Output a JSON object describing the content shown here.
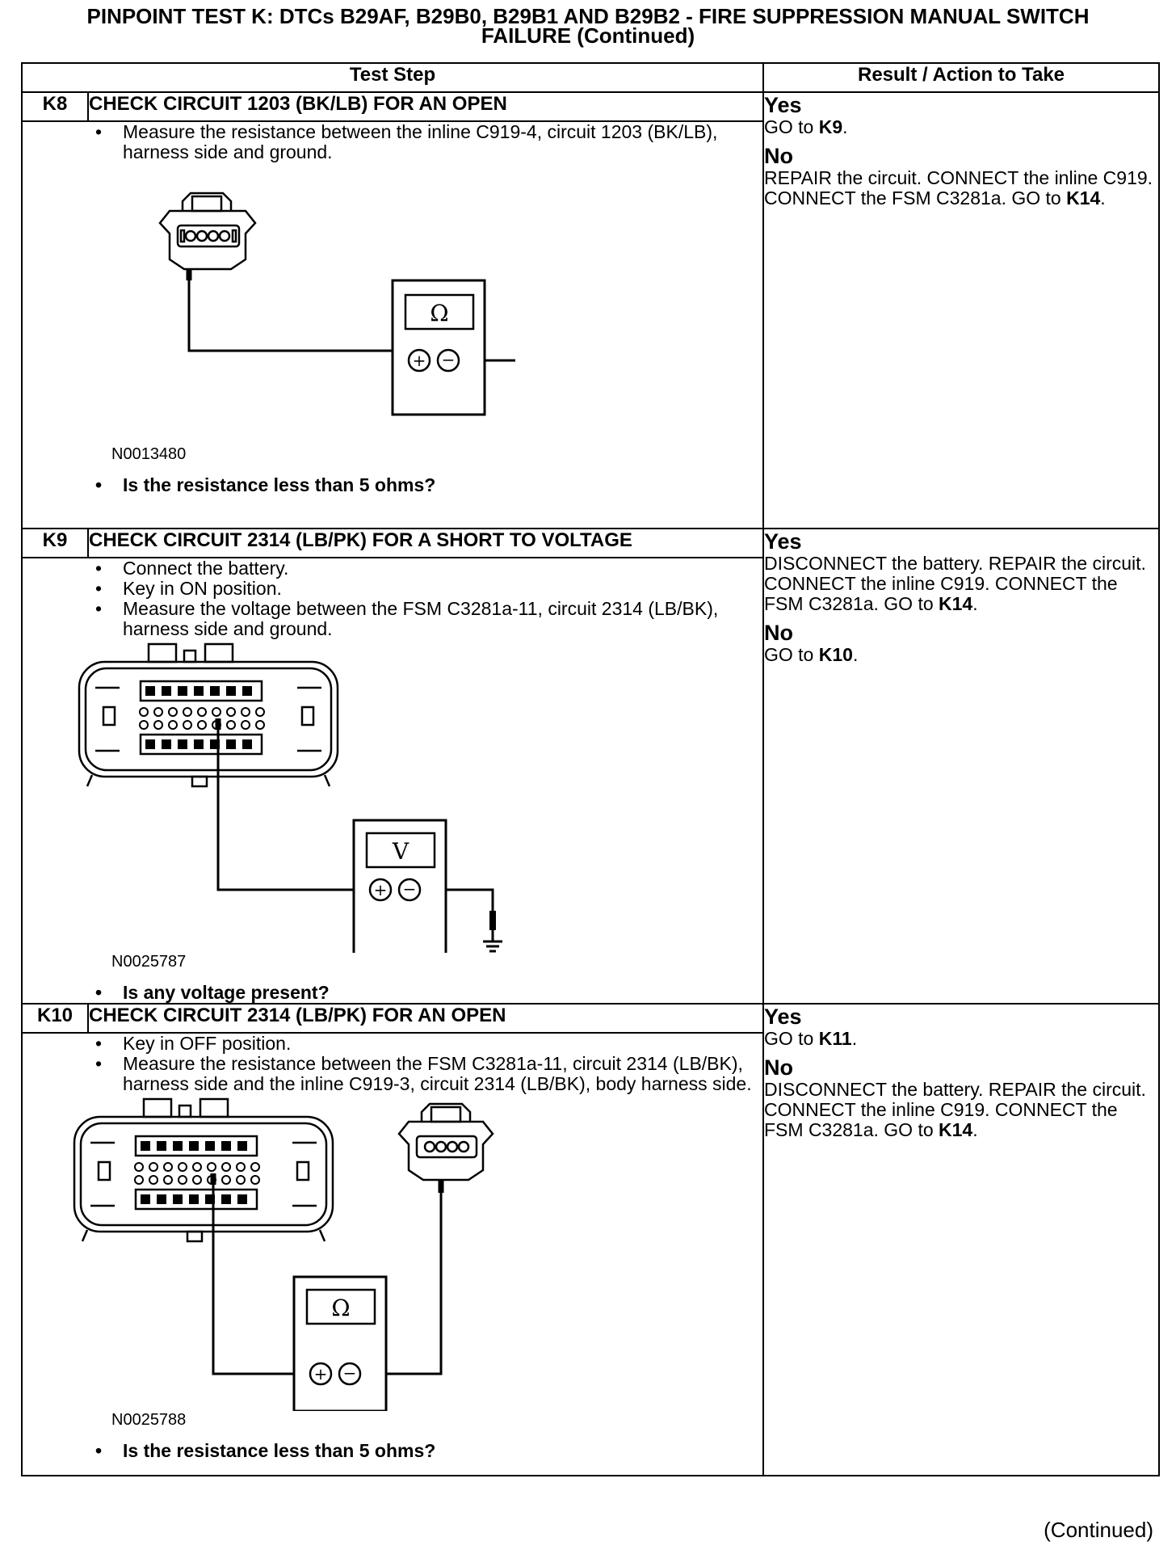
{
  "title": {
    "line1": "PINPOINT TEST  K: DTCs B29AF, B29B0, B29B1 AND B29B2 - FIRE SUPPRESSION MANUAL SWITCH",
    "line2": "FAILURE (Continued)"
  },
  "header": {
    "col1": "Test Step",
    "col2": "Result / Action to Take"
  },
  "steps": [
    {
      "id": "K8",
      "title": "CHECK CIRCUIT 1203 (BK/LB) FOR AN OPEN",
      "instructions": [
        "Measure the resistance between the inline C919-4, circuit 1203 (BK/LB), harness side and ground."
      ],
      "figure_id": "N0013480",
      "meter_symbol": "Ω",
      "question": "Is the resistance less than 5 ohms?",
      "yes_heading": "Yes",
      "yes_text": "GO to ",
      "yes_bold": "K9",
      "yes_after": ".",
      "no_heading": "No",
      "no_text": "REPAIR the circuit. CONNECT the inline C919. CONNECT the FSM C3281a. GO to ",
      "no_bold": "K14",
      "no_after": "."
    },
    {
      "id": "K9",
      "title": "CHECK CIRCUIT 2314 (LB/PK) FOR A SHORT TO VOLTAGE",
      "instructions": [
        "Connect the battery.",
        "Key in ON position.",
        "Measure the voltage between the FSM C3281a-11, circuit 2314 (LB/BK), harness side and ground."
      ],
      "figure_id": "N0025787",
      "meter_symbol": "V",
      "question": "Is any voltage present?",
      "yes_heading": "Yes",
      "yes_text": "DISCONNECT the battery. REPAIR the circuit. CONNECT the inline C919. CONNECT the FSM C3281a. GO to ",
      "yes_bold": "K14",
      "yes_after": ".",
      "no_heading": "No",
      "no_text": "GO to ",
      "no_bold": "K10",
      "no_after": "."
    },
    {
      "id": "K10",
      "title": "CHECK CIRCUIT 2314 (LB/PK) FOR AN OPEN",
      "instructions": [
        "Key in OFF position.",
        "Measure the resistance between the FSM C3281a-11, circuit 2314 (LB/BK), harness side and the inline C919-3, circuit 2314 (LB/BK), body harness side."
      ],
      "figure_id": "N0025788",
      "meter_symbol": "Ω",
      "question": "Is the resistance less than 5 ohms?",
      "yes_heading": "Yes",
      "yes_text": "GO to ",
      "yes_bold": "K11",
      "yes_after": ".",
      "no_heading": "No",
      "no_text": "DISCONNECT the battery. REPAIR the circuit. CONNECT the inline C919. CONNECT the FSM C3281a. GO to ",
      "no_bold": "K14",
      "no_after": "."
    }
  ],
  "footer": "(Continued)"
}
